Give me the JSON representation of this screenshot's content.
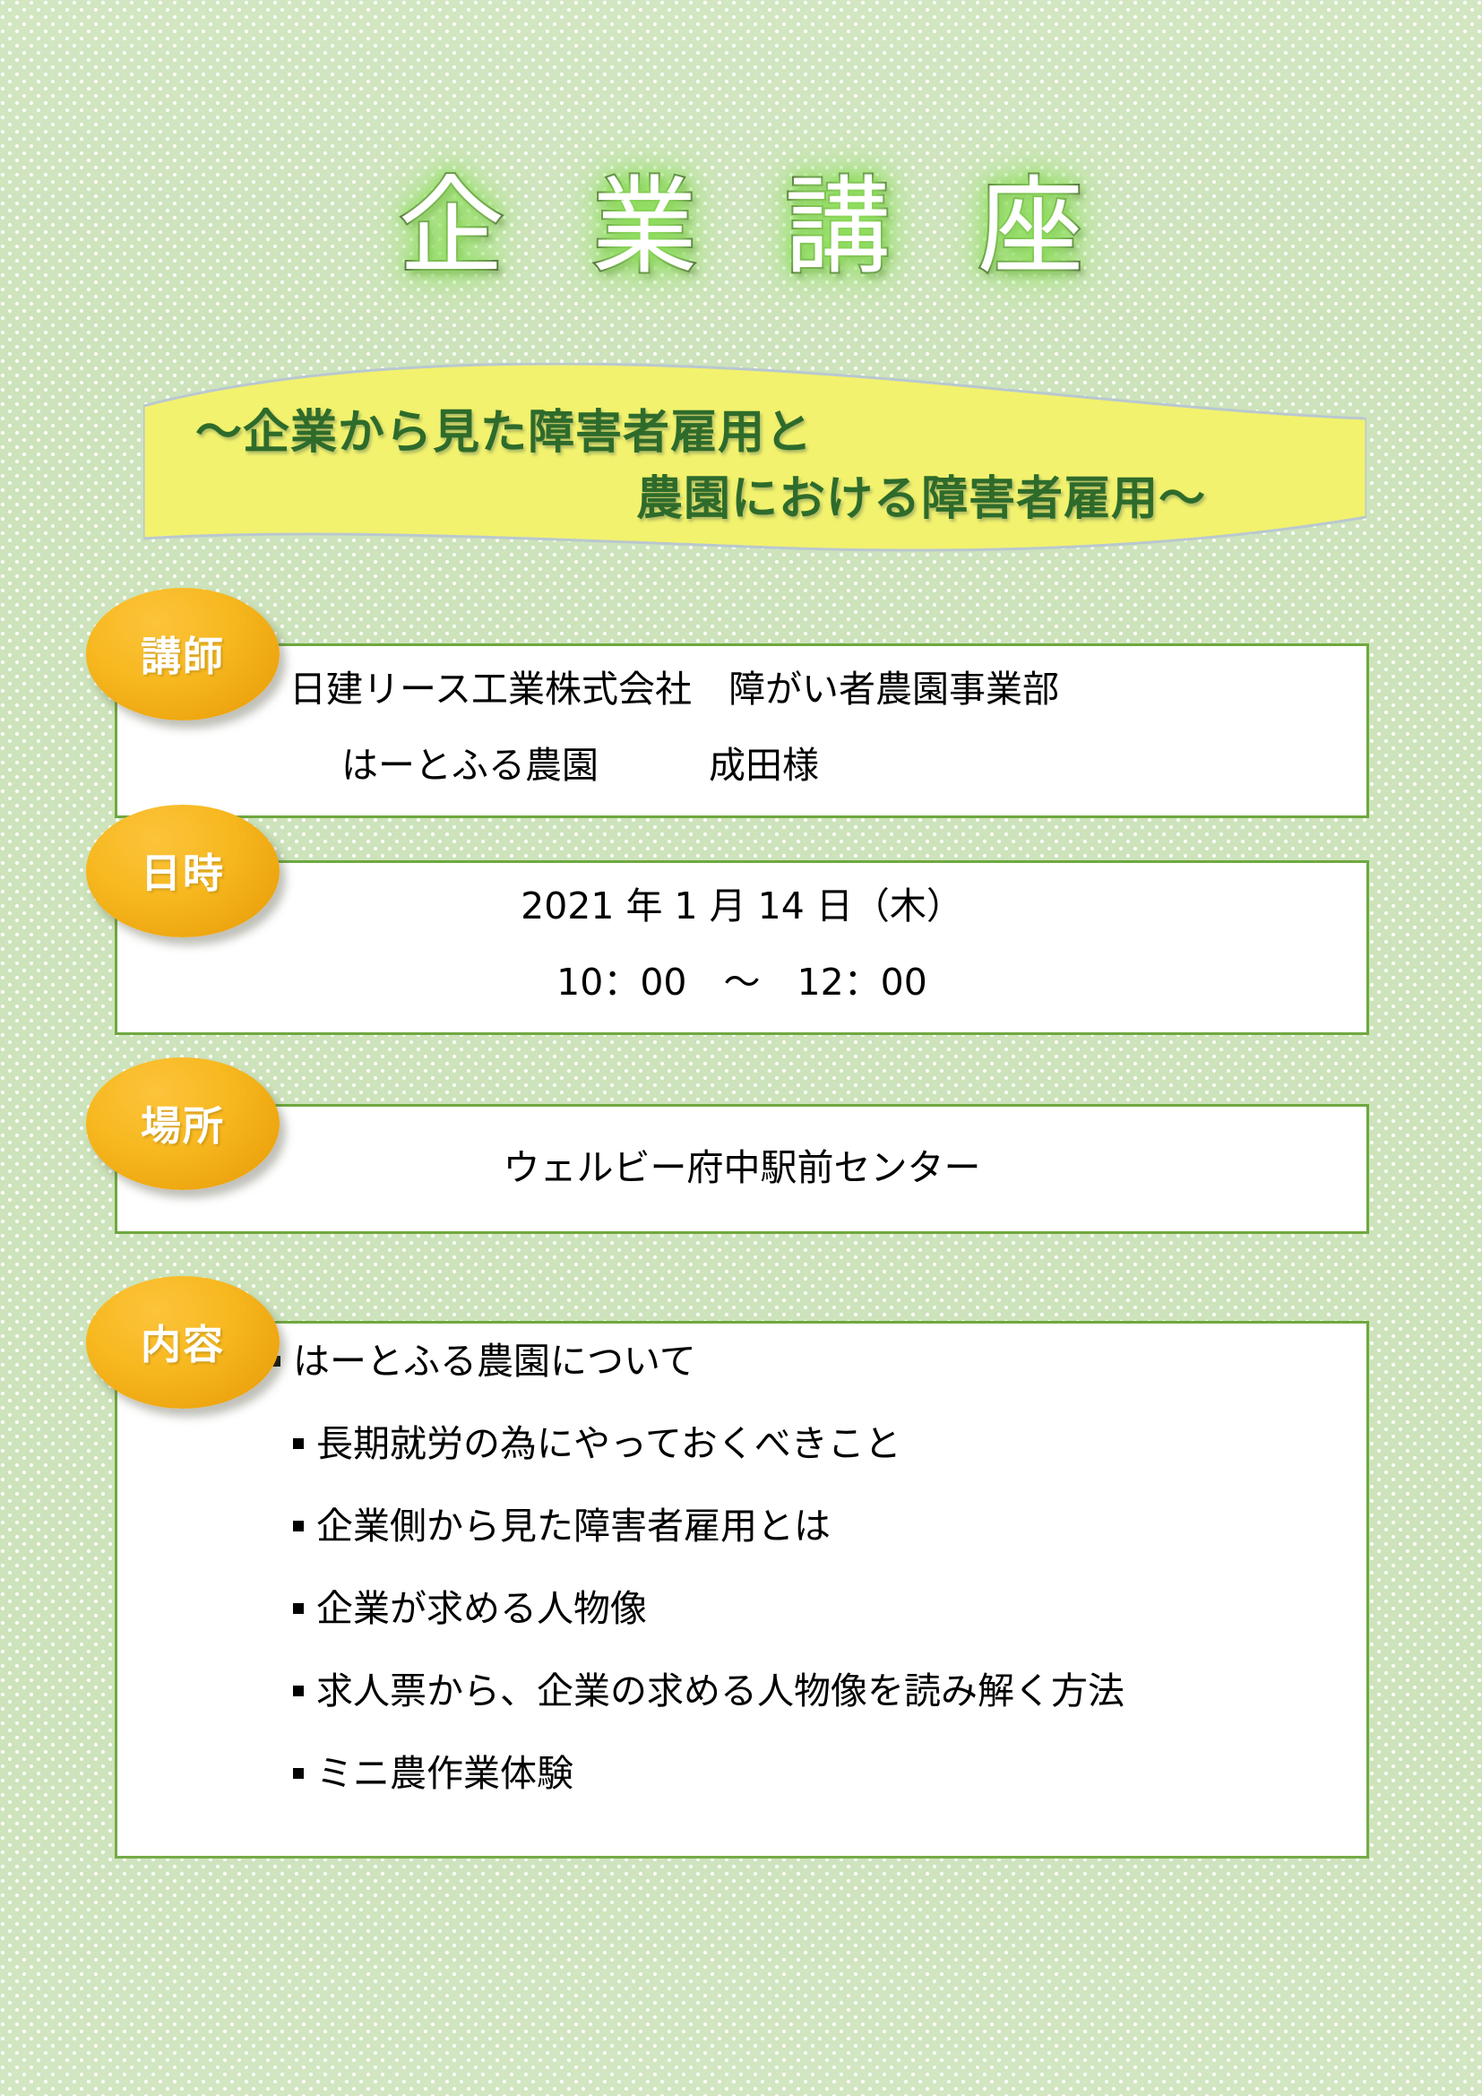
{
  "poster": {
    "background_color": "#cde3bb",
    "dot_color": "#ffffff",
    "title": "企 業 講 座",
    "title_glow_color": "#8ede5c",
    "title_fill_color": "#ffffff",
    "title_outline_color": "#33332e"
  },
  "ribbon": {
    "fill_color": "#f2f26e",
    "text_color": "#2e6b2b",
    "line1": "〜企業から見た障害者雇用と",
    "line2": "農園における障害者雇用〜"
  },
  "sections": {
    "lecturer": {
      "badge": "講師",
      "line1": "日建リース工業株式会社　障がい者農園事業部",
      "line2": "はーとふる農園　　　成田様"
    },
    "datetime": {
      "badge": "日時",
      "line1": "2021 年 1 月 14 日（木）",
      "line2": "10：00　〜　12：00"
    },
    "place": {
      "badge": "場所",
      "line1": "ウェルビー府中駅前センター"
    },
    "content": {
      "badge": "内容",
      "items": [
        "はーとふる農園について",
        "長期就労の為にやっておくべきこと",
        "企業側から見た障害者雇用とは",
        "企業が求める人物像",
        "求人票から、企業の求める人物像を読み解く方法",
        "ミニ農作業体験"
      ]
    }
  },
  "theme": {
    "badge_color": "#f2b40f",
    "panel_border_color": "#6fa83f",
    "panel_background": "#ffffff"
  }
}
